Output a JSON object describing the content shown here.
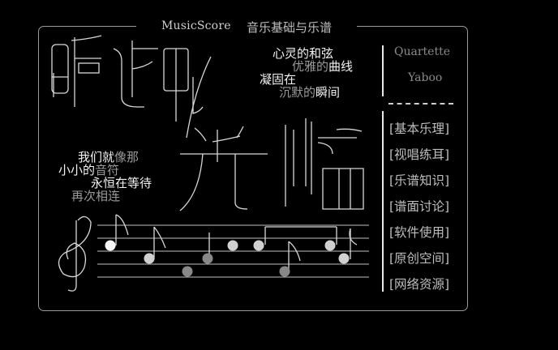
{
  "header": {
    "site_name": "MusicScore",
    "tagline": "音乐基础与乐谱"
  },
  "banner": {
    "title_glyphs": [
      "听",
      "迎",
      "光",
      "临"
    ]
  },
  "poem_top": [
    {
      "w": "心灵的和弦",
      "g": ""
    },
    {
      "w": "",
      "g": "优雅的",
      "w2": "曲线"
    },
    {
      "w": "凝固在",
      "g": ""
    },
    {
      "w": "",
      "g": "沉默的",
      "w2": "瞬间"
    }
  ],
  "poem_left": [
    {
      "w": "我们就",
      "g": "像那"
    },
    {
      "w": "小小的",
      "g": "音符"
    },
    {
      "w": "永恒在等待",
      "g": ""
    },
    {
      "w": "",
      "g": "再次相连"
    }
  ],
  "sidebar": {
    "brand_top": "Quartette",
    "brand_bottom": "Yaboo",
    "menu": [
      {
        "label": "[基本乐理]"
      },
      {
        "label": "[视唱练耳]"
      },
      {
        "label": "[乐谱知识]"
      },
      {
        "label": "[谱面讨论]"
      },
      {
        "label": "[软件使用]"
      },
      {
        "label": "[原创空间]"
      },
      {
        "label": "[网络资源]"
      }
    ]
  },
  "colors": {
    "bg": "#000000",
    "frame": "#9a9a9a",
    "text_light": "#f2f2f2",
    "text_gray": "#9a9a9a"
  }
}
